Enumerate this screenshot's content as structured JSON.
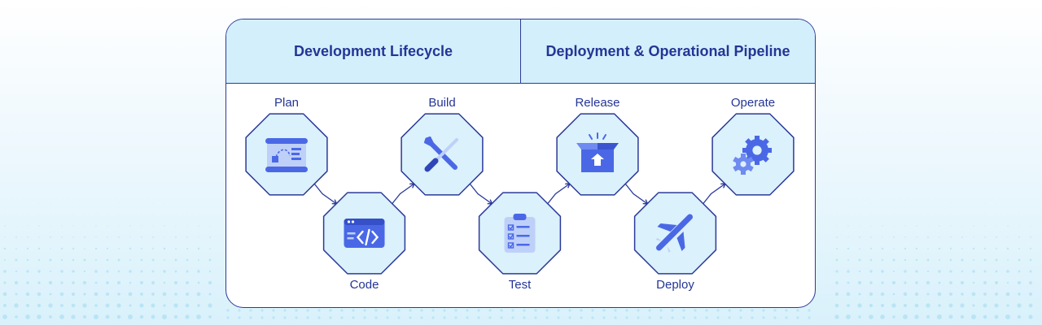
{
  "header": {
    "left_title": "Development Lifecycle",
    "right_title": "Deployment & Operational Pipeline"
  },
  "stages": [
    {
      "name": "Plan",
      "icon": "blueprint-scroll-icon",
      "row": "top"
    },
    {
      "name": "Code",
      "icon": "code-window-icon",
      "row": "bottom"
    },
    {
      "name": "Build",
      "icon": "wrench-screwdriver-icon",
      "row": "top"
    },
    {
      "name": "Test",
      "icon": "checklist-clipboard-icon",
      "row": "bottom"
    },
    {
      "name": "Release",
      "icon": "open-box-icon",
      "row": "top"
    },
    {
      "name": "Deploy",
      "icon": "airplane-icon",
      "row": "bottom"
    },
    {
      "name": "Operate",
      "icon": "gears-icon",
      "row": "top"
    }
  ],
  "colors": {
    "outline": "#2b3a9b",
    "header_fill": "#d3effb",
    "node_fill": "#dbf1fb",
    "icon_primary": "#4a68e6",
    "icon_light": "#bfd0f8",
    "text": "#243596"
  }
}
